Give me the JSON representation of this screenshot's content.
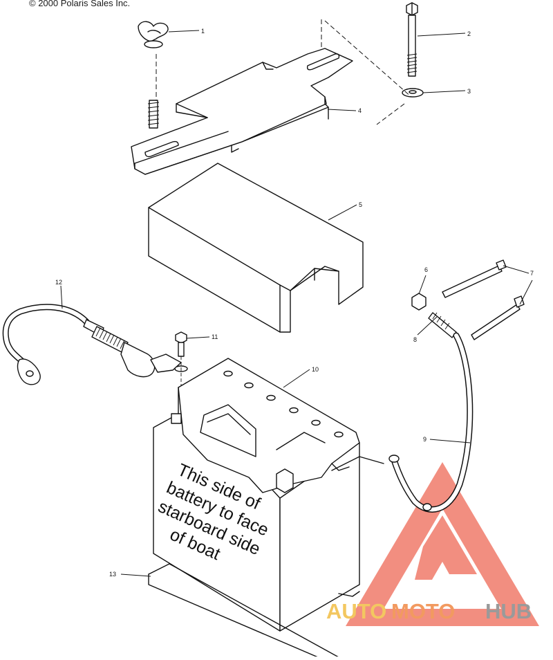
{
  "copyright": "© 2000 Polaris Sales Inc.",
  "callouts": {
    "c1": "1",
    "c2": "2",
    "c3": "3",
    "c4": "4",
    "c5": "5",
    "c6": "6",
    "c7": "7",
    "c8": "8",
    "c9": "9",
    "c10": "10",
    "c11": "11",
    "c12": "12",
    "c13": "13"
  },
  "battery_text": [
    "This side of",
    "battery to face",
    "starboard side",
    "of boat"
  ],
  "watermark": {
    "auto": "AUTO",
    "moto": "MOTO",
    "hub": "HUB",
    "colors": {
      "triangle": "#f07a6a",
      "auto": "#f3c760",
      "moto": "#f29a60",
      "hub": "#9a9a9a"
    }
  }
}
